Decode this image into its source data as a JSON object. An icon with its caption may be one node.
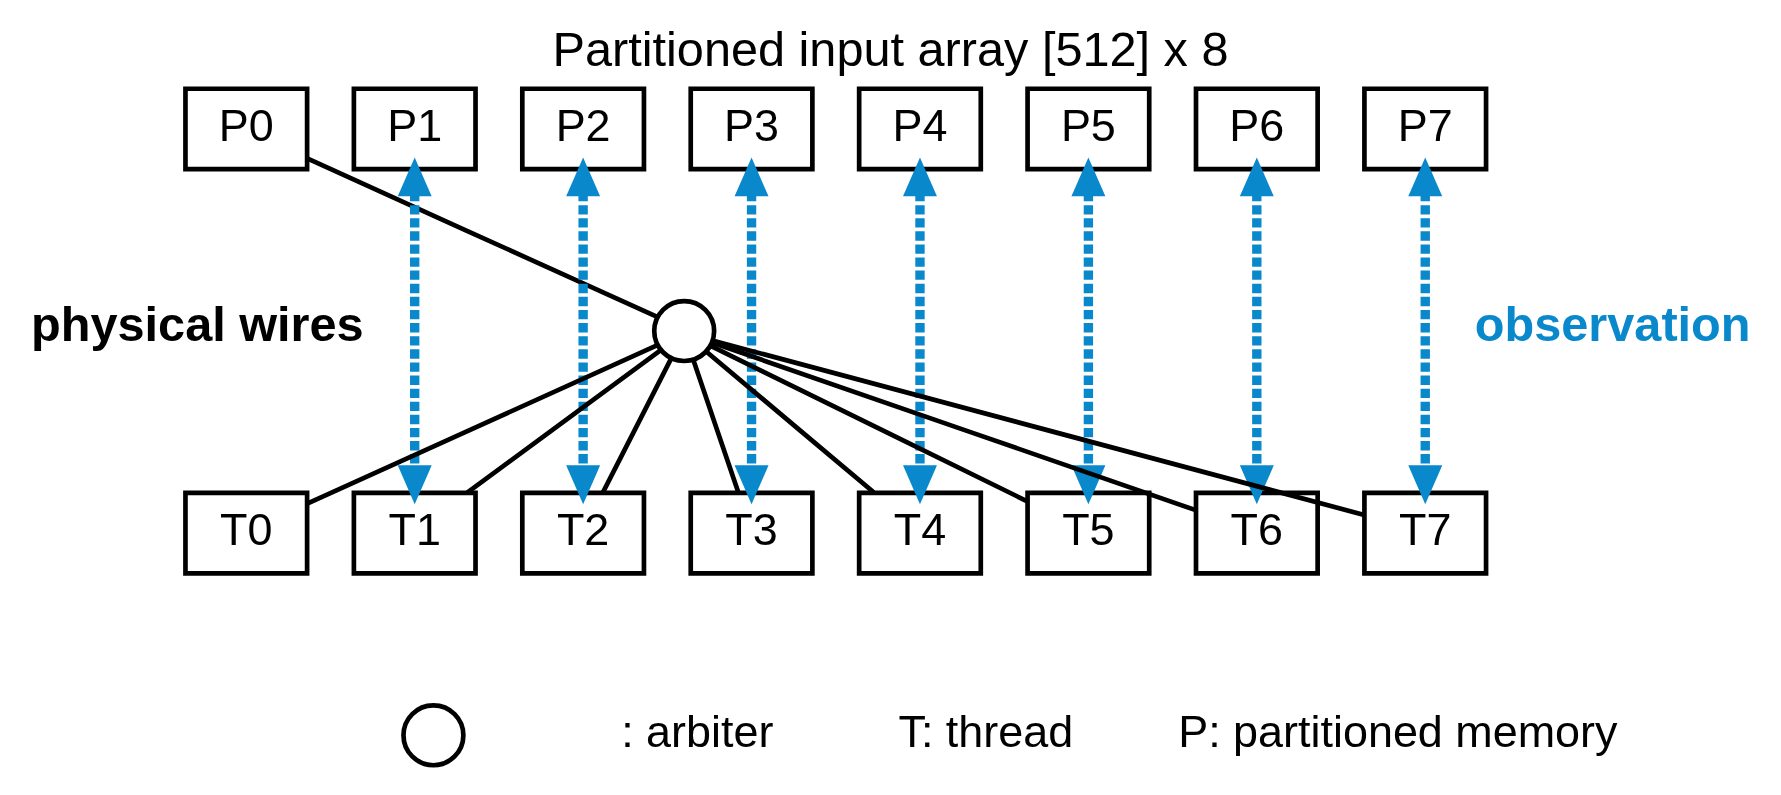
{
  "diagram": {
    "title": "Partitioned input array [512] x 8",
    "nodes": [
      {
        "text": [
          "P0"
        ]
      },
      {
        "text": [
          "P1"
        ]
      },
      {
        "text": [
          "P2"
        ]
      },
      {
        "text": [
          "P3"
        ]
      },
      {
        "text": [
          "P4"
        ]
      },
      {
        "text": [
          "P5"
        ]
      },
      {
        "text": [
          "P6"
        ]
      },
      {
        "text": [
          "P7"
        ]
      },
      {
        "text": [],
        "shape": "circle"
      },
      {
        "text": [
          "T0"
        ]
      },
      {
        "text": [
          "T1"
        ]
      },
      {
        "text": [
          "T2"
        ]
      },
      {
        "text": [
          "T3"
        ]
      },
      {
        "text": [
          "T4"
        ]
      },
      {
        "text": [
          "T5"
        ]
      },
      {
        "text": [
          "T6"
        ]
      },
      {
        "text": [
          "T7"
        ]
      },
      {
        "text": [],
        "shape": "circle",
        "beside": [
          ": arbiter"
        ]
      }
    ],
    "edges": [
      {
        "from": 0,
        "to": 8,
        "arrow": "none"
      },
      {
        "from": 8,
        "to": 9,
        "arrow": "none"
      },
      {
        "from": 8,
        "to": 10,
        "arrow": "none"
      },
      {
        "from": 8,
        "to": 11,
        "arrow": "none"
      },
      {
        "from": 8,
        "to": 12,
        "arrow": "none"
      },
      {
        "from": 8,
        "to": 13,
        "arrow": "none"
      },
      {
        "from": 8,
        "to": 14,
        "arrow": "none"
      },
      {
        "from": 8,
        "to": 15,
        "arrow": "none"
      },
      {
        "from": 8,
        "to": 16,
        "arrow": "none"
      },
      {
        "from": 1,
        "to": 10,
        "arrow": "both",
        "style": "dashed",
        "color": "#0a88cc"
      },
      {
        "from": 2,
        "to": 11,
        "arrow": "both",
        "style": "dashed",
        "color": "#0a88cc"
      },
      {
        "from": 3,
        "to": 12,
        "arrow": "both",
        "style": "dashed",
        "color": "#0a88cc"
      },
      {
        "from": 4,
        "to": 13,
        "arrow": "both",
        "style": "dashed",
        "color": "#0a88cc"
      },
      {
        "from": 5,
        "to": 14,
        "arrow": "both",
        "style": "dashed",
        "color": "#0a88cc"
      },
      {
        "from": 6,
        "to": 15,
        "arrow": "both",
        "style": "dashed",
        "color": "#0a88cc"
      },
      {
        "from": 7,
        "to": 16,
        "arrow": "both",
        "style": "dashed",
        "color": "#0a88cc"
      }
    ],
    "labels": [
      "physical wires",
      "observation",
      "T: thread",
      "P: partitioned memory"
    ]
  }
}
